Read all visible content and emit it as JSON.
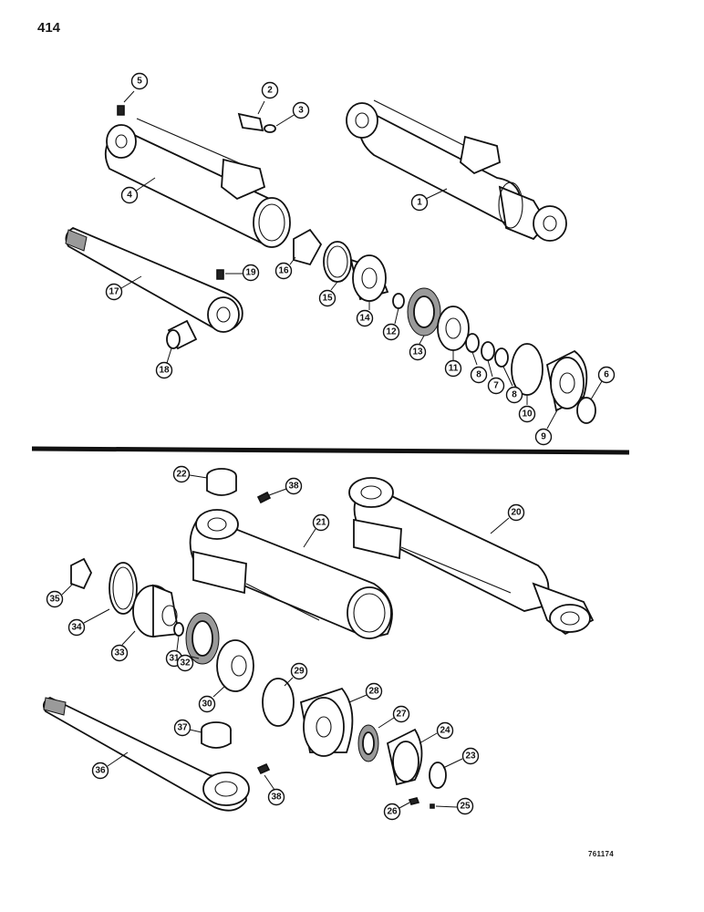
{
  "page_number": "414",
  "figure_code": "761174",
  "callouts": {
    "c1": "1",
    "c2": "2",
    "c3": "3",
    "c4": "4",
    "c5": "5",
    "c6": "6",
    "c7": "7",
    "c8a": "8",
    "c8b": "8",
    "c9": "9",
    "c10": "10",
    "c11": "11",
    "c12": "12",
    "c13": "13",
    "c14": "14",
    "c15": "15",
    "c16": "16",
    "c17": "17",
    "c18": "18",
    "c19": "19",
    "c20": "20",
    "c21": "21",
    "c22": "22",
    "c23": "23",
    "c24": "24",
    "c25": "25",
    "c26": "26",
    "c27": "27",
    "c28": "28",
    "c29": "29",
    "c30": "30",
    "c31": "31",
    "c32": "32",
    "c33": "33",
    "c34": "34",
    "c35": "35",
    "c36": "36",
    "c37": "37",
    "c38a": "38",
    "c38b": "38"
  }
}
